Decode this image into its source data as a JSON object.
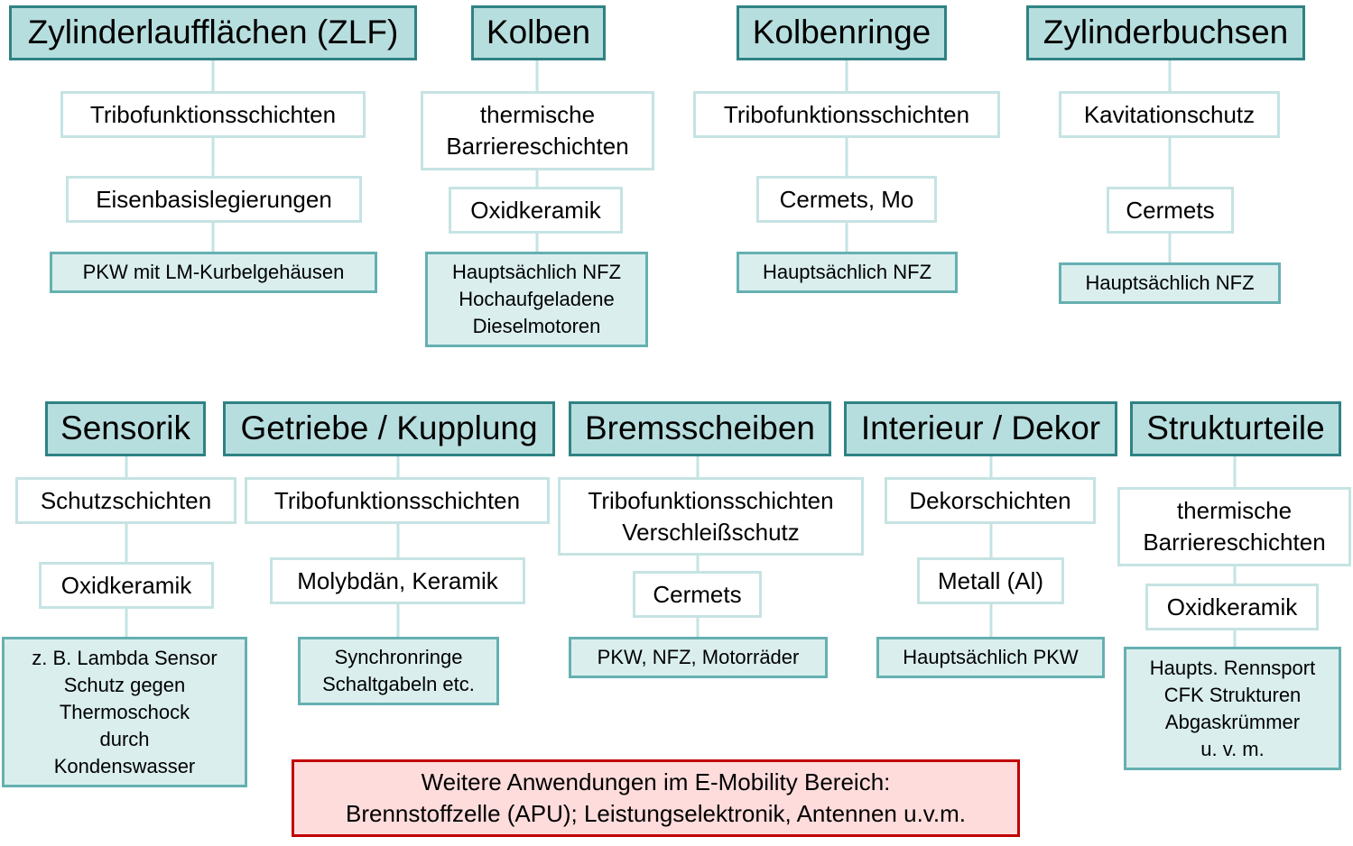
{
  "columns": [
    {
      "id": "zlf",
      "head": "Zylinderlaufflächen (ZLF)",
      "function": "Tribofunktionsschichten",
      "material": "Eisenbasislegierungen",
      "application": "PKW mit LM-Kurbelgehäusen"
    },
    {
      "id": "kolben",
      "head": "Kolben",
      "function": "thermische\nBarriereschichten",
      "material": "Oxidkeramik",
      "application": "Hauptsächlich NFZ\nHochaufgeladene\nDieselmotoren"
    },
    {
      "id": "kolbenringe",
      "head": "Kolbenringe",
      "function": "Tribofunktionsschichten",
      "material": "Cermets, Mo",
      "application": "Hauptsächlich NFZ"
    },
    {
      "id": "zylinderbuchsen",
      "head": "Zylinderbuchsen",
      "function": "Kavitationschutz",
      "material": "Cermets",
      "application": "Hauptsächlich NFZ"
    },
    {
      "id": "sensorik",
      "head": "Sensorik",
      "function": "Schutzschichten",
      "material": "Oxidkeramik",
      "application": "z. B. Lambda Sensor\nSchutz gegen\nThermoschock\ndurch\nKondenswasser"
    },
    {
      "id": "getriebe",
      "head": "Getriebe / Kupplung",
      "function": "Tribofunktionsschichten",
      "material": "Molybdän,  Keramik",
      "application": "Synchronringe\nSchaltgabeln etc."
    },
    {
      "id": "bremsscheiben",
      "head": "Bremsscheiben",
      "function": "Tribofunktionsschichten\nVerschleißschutz",
      "material": "Cermets",
      "application": "PKW, NFZ, Motorräder"
    },
    {
      "id": "interieur",
      "head": "Interieur / Dekor",
      "function": "Dekorschichten",
      "material": "Metall (Al)",
      "application": "Hauptsächlich PKW"
    },
    {
      "id": "strukturteile",
      "head": "Strukturteile",
      "function": "thermische\nBarriereschichten",
      "material": "Oxidkeramik",
      "application": "Haupts. Rennsport\nCFK Strukturen\nAbgaskrümmer\nu. v. m."
    }
  ],
  "note": "Weitere Anwendungen im E-Mobility Bereich:\nBrennstoffzelle (APU); Leistungselektronik, Antennen u.v.m.",
  "colors": {
    "head_fill": "#b7dede",
    "head_border": "#2f8283",
    "mid_fill": "#ffffff",
    "mid_border": "#c6e3e3",
    "leaf_fill": "#daeeee",
    "leaf_border": "#66b0b1",
    "connector": "#c6e3e3",
    "note_fill": "#ffdcdc",
    "note_border": "#c00000"
  }
}
